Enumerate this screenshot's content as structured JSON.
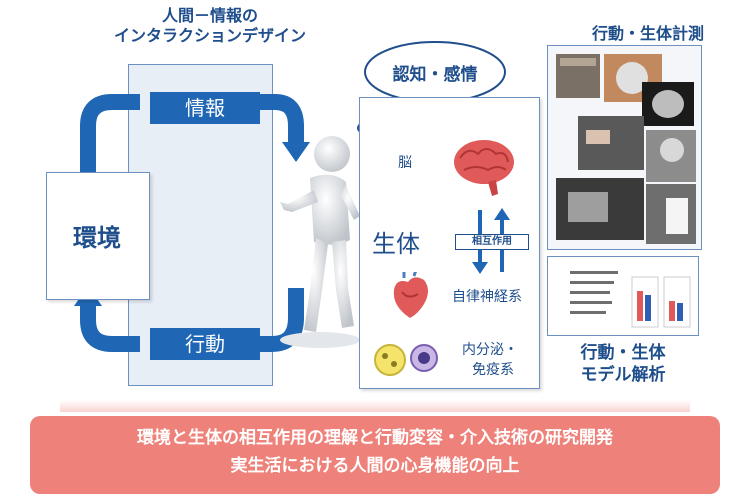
{
  "title_lines": [
    "人間－情報の",
    "インタラクションデザイン"
  ],
  "environment": "環境",
  "information": "情報",
  "action": "行動",
  "cognition": "認知・感情",
  "brain": "脳",
  "body": "生体",
  "interaction": "相互作用",
  "autonomic": "自律神経系",
  "endocrine_lines": [
    "内分泌・",
    "免疫系"
  ],
  "measurement_title": "行動・生体計測",
  "model_title_lines": [
    "行動・生体",
    "モデル解析"
  ],
  "bottom_lines": [
    "環境と生体の相互作用の理解と行動変容・介入技術の研究開発",
    "実生活における人間の心身機能の向上"
  ],
  "colors": {
    "accent_blue": "#1f67b5",
    "text_blue": "#1f4e8c",
    "bottom_red": "#ee827a",
    "panel_bg": "#e8eef6"
  },
  "icons": [
    "thought-cloud-icon",
    "brain-icon",
    "heart-icon",
    "cell-icon",
    "human-figure-icon"
  ]
}
